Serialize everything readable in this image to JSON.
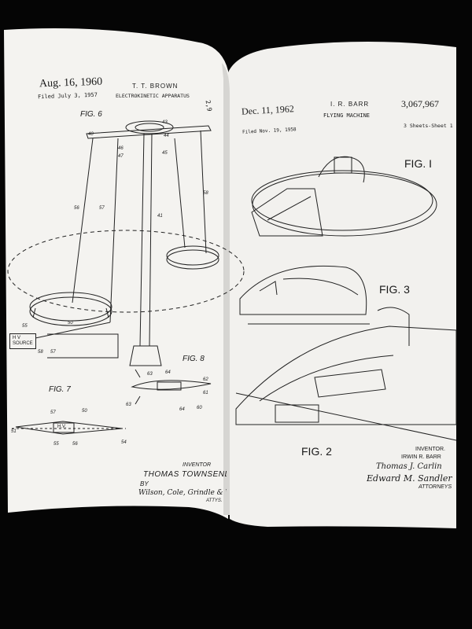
{
  "left_page": {
    "date": "Aug. 16, 1960",
    "filed": "Filed July 3, 1957",
    "inventor_header": "T. T. BROWN",
    "title": "ELECTROKINETIC APPARATUS",
    "sheet_fragment": "2,9",
    "fig6_label": "FIG. 6",
    "fig7_label": "FIG. 7",
    "fig8_label": "FIG. 8",
    "hv_source_line1": "H V",
    "hv_source_line2": "SOURCE",
    "hv_small": "H.V.",
    "inventor_label": "INVENTOR",
    "inventor_name": "THOMAS TOWNSEND BROWN",
    "by": "BY",
    "attorney_signature": "Wilson, Cole, Grindle & Watson",
    "attys": "ATTYS.",
    "ref_numbers": [
      "40",
      "43",
      "44",
      "46",
      "47",
      "45",
      "56",
      "57",
      "58",
      "41",
      "50",
      "55",
      "58",
      "57",
      "63",
      "64",
      "62",
      "61",
      "63",
      "64",
      "60",
      "57",
      "50",
      "51",
      "55",
      "56",
      "54"
    ]
  },
  "right_page": {
    "date": "Dec. 11, 1962",
    "inventor_header": "I. R. BARR",
    "patent_number": "3,067,967",
    "title": "FLYING MACHINE",
    "filed": "Filed Nov. 19, 1958",
    "sheets": "3 Sheets-Sheet 1",
    "fig1_label": "FIG. I",
    "fig2_label": "FIG. 2",
    "fig3_label": "FIG. 3",
    "inventor_label": "INVENTOR.",
    "inventor_name": "IRWIN R. BARR",
    "by_signature": "Thomas J. Carlin",
    "attorney_signature": "Edward M. Sandler",
    "attorneys": "ATTORNEYS"
  },
  "colors": {
    "background": "#050505",
    "paper": "#f4f3f0",
    "ink": "#1a1a1a"
  }
}
